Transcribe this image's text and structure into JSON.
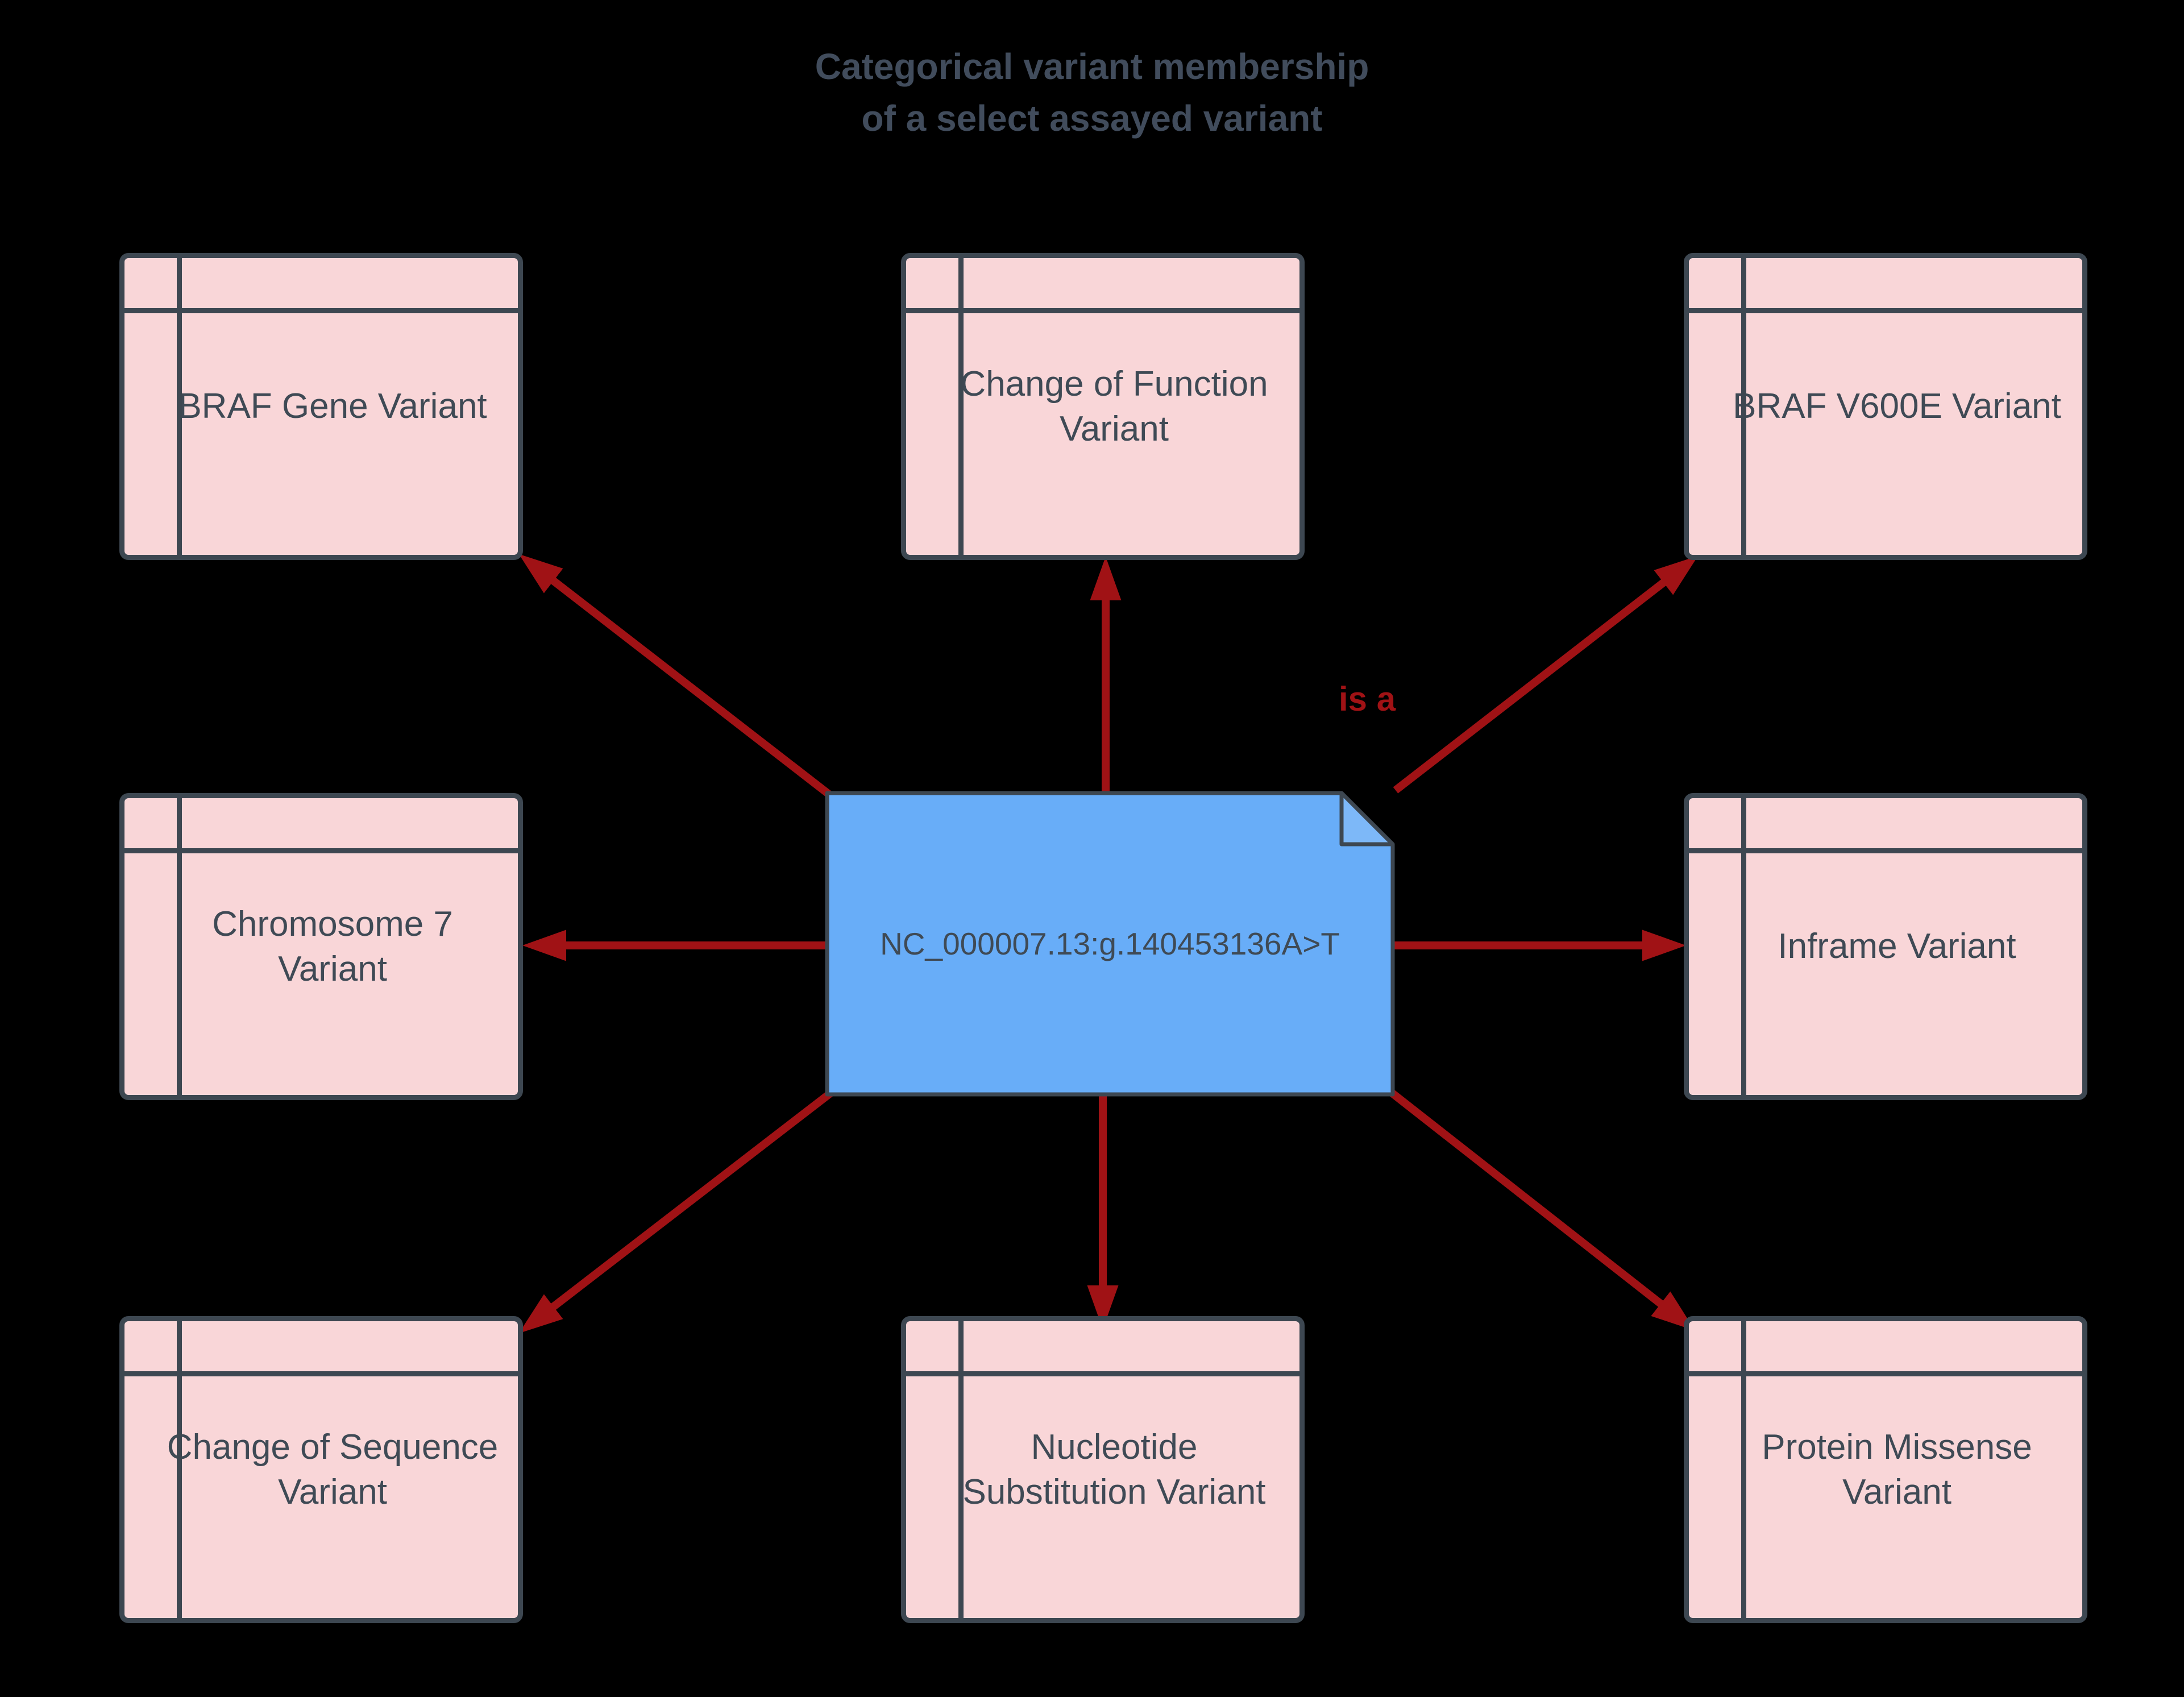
{
  "title": "Categorical variant membership\nof a select assayed variant",
  "center_node": {
    "label": "NC_000007.13:g.140453136A>T",
    "shape": "note",
    "fill_color": "#68adf8",
    "border_color": "#3d4751"
  },
  "edge_label": "is a",
  "edge_color": "#a01215",
  "entity_style": {
    "fill_color": "#f9d6d8",
    "border_color": "#3d4751",
    "text_color": "#3f4a55"
  },
  "entities": [
    {
      "id": "braf-gene-variant",
      "label": "BRAF Gene Variant",
      "position": "top-left"
    },
    {
      "id": "change-of-function-variant",
      "label": "Change of Function Variant",
      "position": "top-center"
    },
    {
      "id": "braf-v600e-variant",
      "label": "BRAF V600E Variant",
      "position": "top-right"
    },
    {
      "id": "chromosome-7-variant",
      "label": "Chromosome 7 Variant",
      "position": "mid-left"
    },
    {
      "id": "inframe-variant",
      "label": "Inframe Variant",
      "position": "mid-right"
    },
    {
      "id": "change-of-sequence-variant",
      "label": "Change of Sequence Variant",
      "position": "bottom-left"
    },
    {
      "id": "nucleotide-substitution-variant",
      "label": "Nucleotide Substitution Variant",
      "position": "bottom-center"
    },
    {
      "id": "protein-missense-variant",
      "label": "Protein Missense Variant",
      "position": "bottom-right"
    }
  ]
}
